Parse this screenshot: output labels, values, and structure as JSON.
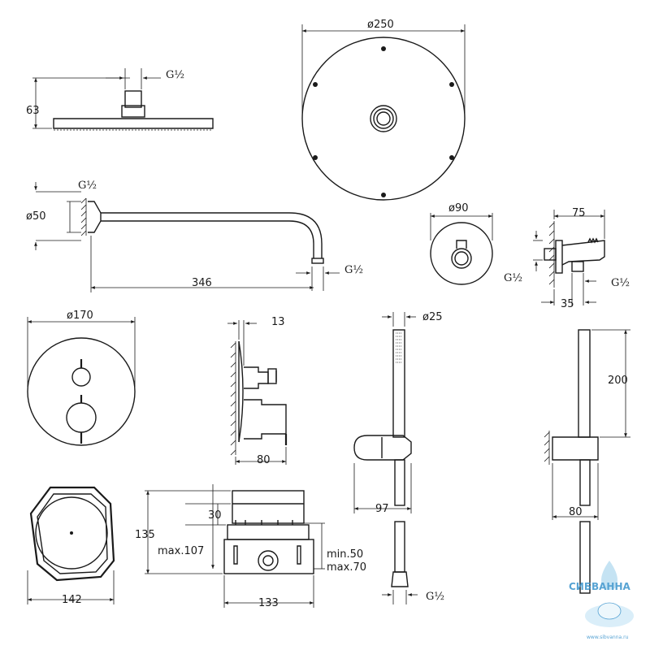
{
  "labels": {
    "head_thread": "G½",
    "head_height": "63",
    "head_diameter": "ø250",
    "arm_thread_top": "G½",
    "arm_flange": "ø50",
    "arm_thread_bottom": "G½",
    "arm_length": "346",
    "outlet_diameter": "ø90",
    "holder_depth": "75",
    "holder_thread_left": "G½",
    "holder_thread_right": "G½",
    "holder_offset": "35",
    "valve_diameter": "ø170",
    "valve_depth_top": "13",
    "valve_depth_bottom": "80",
    "handshower_diameter": "ø25",
    "handshower_depth": "97",
    "rail_height": "200",
    "rail_depth": "80",
    "box_width": "142",
    "box_height": "135",
    "box_step": "30",
    "box_max_depth": "max.107",
    "box_min": "min.50",
    "box_max": "max.70",
    "box_depth": "133",
    "hose_thread": "G½"
  },
  "watermark": {
    "brand": "СИБВАННА",
    "url": "www.sibvanna.ru"
  }
}
